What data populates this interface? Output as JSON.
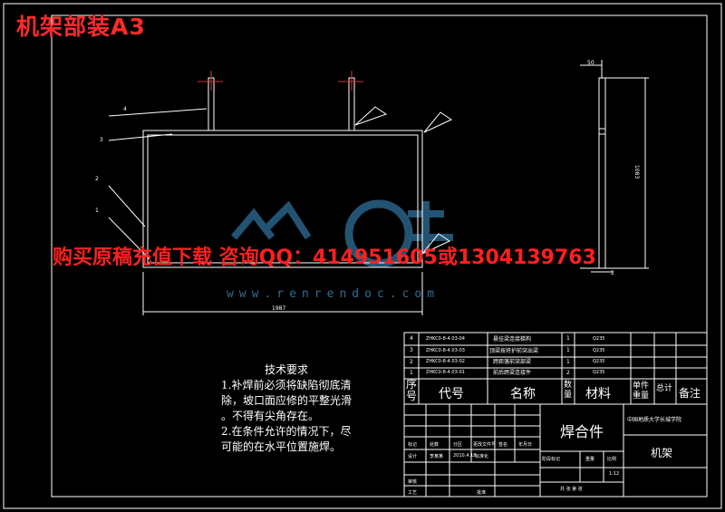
{
  "drawing": {
    "title": "机架部装A3",
    "overall_width_dim": "1987",
    "height_dim": "1083",
    "side_dim": "50",
    "side_dim2": "2",
    "leader_labels": [
      "4",
      "3",
      "2",
      "1"
    ],
    "watermark_url": "www.renrendoc.com",
    "ad_text": "购买原稿充值下载  咨询QQ：414951605或1304139763"
  },
  "tech_requirements": {
    "title": "技术要求",
    "lines": [
      "1.补焊前必须将缺陷彻底清",
      "除，坡口面应修的平整光滑",
      "。不得有尖角存在。",
      "2.在条件允许的情况下，尽",
      "可能的在水平位置施焊。"
    ]
  },
  "bom": {
    "rows": [
      {
        "no": "4",
        "code": "ZHKC0-8-4.03-04",
        "name": "悬挂梁连接梯构",
        "qty": "1",
        "material": "Q235"
      },
      {
        "no": "3",
        "code": "ZHKC0-8-4.03-03",
        "name": "顶梁按将护前突出梁",
        "qty": "1",
        "material": "Q235"
      },
      {
        "no": "2",
        "code": "ZHKC0-8-4.03-02",
        "name": "跨距落前突部梁",
        "qty": "1",
        "material": "Q235"
      },
      {
        "no": "1",
        "code": "ZHKC0-8-4.03-01",
        "name": "前后跨梁连接件",
        "qty": "2",
        "material": "Q235"
      }
    ],
    "header": {
      "no": "序号",
      "code": "代号",
      "name": "名称",
      "qty": "数量",
      "material": "材料",
      "unit_weight": "单件重量",
      "total_weight": "总计",
      "remark": "备注"
    }
  },
  "title_block": {
    "part_name": "焊合件",
    "school": "中国地质大学长城学院",
    "assembly": "机架",
    "scale": "1:12",
    "row_mark": "标记",
    "row_count": "处数",
    "row_zone": "分区",
    "row_doc": "更改文件号",
    "row_sign": "签名",
    "row_date": "年月日",
    "designer_label": "设计",
    "designer": "李某某",
    "std_label": "标准化",
    "review_label": "审核",
    "process_label": "工艺",
    "approve_label": "批准",
    "stage_label": "阶段标记",
    "weight_label": "重量",
    "scale_label": "比例",
    "sheets": "共  张  第  张",
    "date": "2010.4.18"
  }
}
